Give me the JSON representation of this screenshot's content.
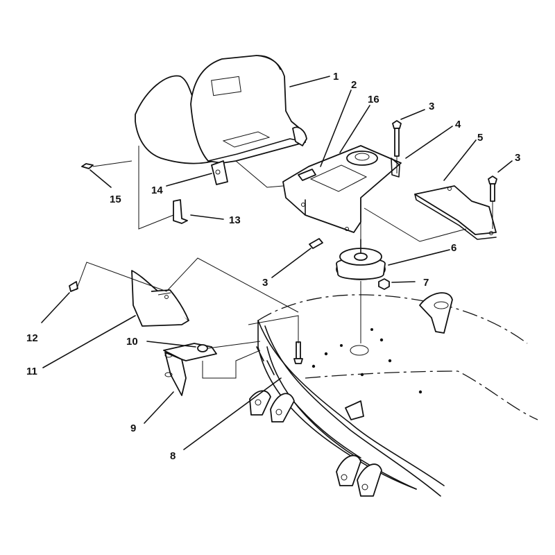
{
  "diagram": {
    "callouts": [
      {
        "id": "1",
        "label": "1"
      },
      {
        "id": "2",
        "label": "2"
      },
      {
        "id": "16",
        "label": "16"
      },
      {
        "id": "3a",
        "label": "3"
      },
      {
        "id": "4",
        "label": "4"
      },
      {
        "id": "5",
        "label": "5"
      },
      {
        "id": "3b",
        "label": "3"
      },
      {
        "id": "15",
        "label": "15"
      },
      {
        "id": "14",
        "label": "14"
      },
      {
        "id": "13",
        "label": "13"
      },
      {
        "id": "6",
        "label": "6"
      },
      {
        "id": "3c",
        "label": "3"
      },
      {
        "id": "7",
        "label": "7"
      },
      {
        "id": "12",
        "label": "12"
      },
      {
        "id": "10",
        "label": "10"
      },
      {
        "id": "11",
        "label": "11"
      },
      {
        "id": "9",
        "label": "9"
      },
      {
        "id": "8",
        "label": "8"
      }
    ],
    "colors": {
      "line": "#111111",
      "background": "#ffffff"
    }
  }
}
